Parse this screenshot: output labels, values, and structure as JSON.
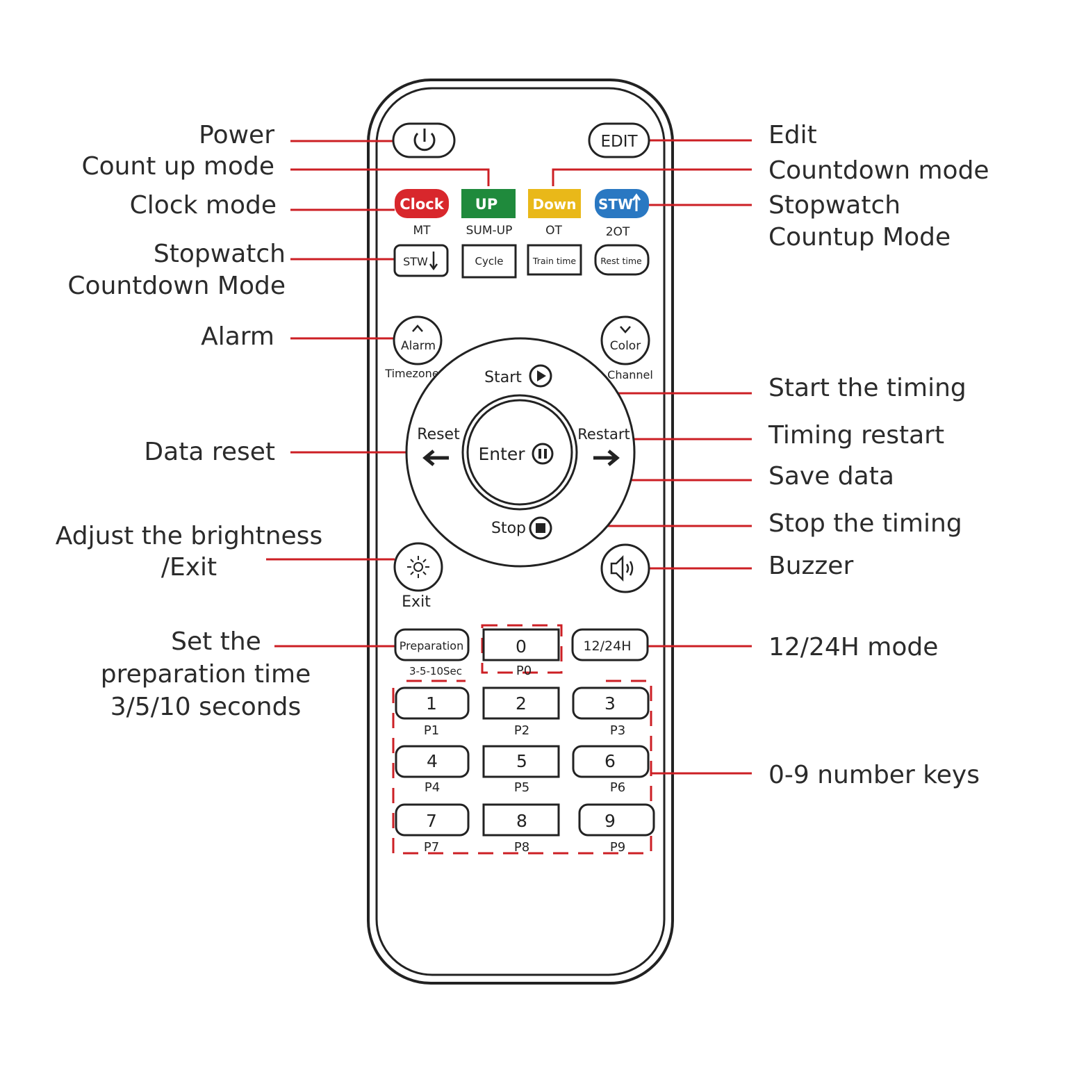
{
  "labels_left": {
    "power": "Power",
    "count_up_mode": "Count up mode",
    "clock_mode": "Clock mode",
    "stw_countdown_1": "Stopwatch",
    "stw_countdown_2": "Countdown Mode",
    "alarm": "Alarm",
    "data_reset": "Data reset",
    "brightness_1": "Adjust the brightness",
    "brightness_2": "/Exit",
    "prep_1": "Set the",
    "prep_2": "preparation time",
    "prep_3": "3/5/10 seconds"
  },
  "labels_right": {
    "edit": "Edit",
    "countdown_mode": "Countdown mode",
    "stw_countup_1": "Stopwatch",
    "stw_countup_2": "Countup Mode",
    "start_timing": "Start the timing",
    "timing_restart": "Timing restart",
    "save_data": "Save data",
    "stop_timing": "Stop the timing",
    "buzzer": "Buzzer",
    "mode_12_24": "12/24H mode",
    "number_keys": "0-9 number keys"
  },
  "remote": {
    "edit_button": "EDIT",
    "mode_buttons": [
      {
        "label": "Clock",
        "sub": "MT",
        "color": "#d8272c"
      },
      {
        "label": "UP",
        "sub": "SUM-UP",
        "color": "#1f8a3c"
      },
      {
        "label": "Down",
        "sub": "OT",
        "color": "#e9b819"
      },
      {
        "label": "STW",
        "sub": "2OT",
        "color": "#2a78c2"
      }
    ],
    "func_buttons": [
      "STW",
      "Cycle",
      "Train time",
      "Rest time"
    ],
    "alarm_button": "Alarm",
    "alarm_sub": "Timezone",
    "color_button": "Color",
    "color_sub": "Channel",
    "start": "Start",
    "reset": "Reset",
    "restart": "Restart",
    "enter": "Enter",
    "stop": "Stop",
    "exit_label": "Exit",
    "preparation_button": "Preparation",
    "preparation_sub": "3-5-10Sec",
    "key_0": "0",
    "key_0_sub": "P0",
    "key_12_24": "12/24H",
    "number_keys": [
      {
        "n": "1",
        "p": "P1"
      },
      {
        "n": "2",
        "p": "P2"
      },
      {
        "n": "3",
        "p": "P3"
      },
      {
        "n": "4",
        "p": "P4"
      },
      {
        "n": "5",
        "p": "P5"
      },
      {
        "n": "6",
        "p": "P6"
      },
      {
        "n": "7",
        "p": "P7"
      },
      {
        "n": "8",
        "p": "P8"
      },
      {
        "n": "9",
        "p": "P9"
      }
    ]
  },
  "colors": {
    "leader_line": "#cc1f24",
    "outline": "#222222",
    "label_text": "#2b2b2b"
  }
}
